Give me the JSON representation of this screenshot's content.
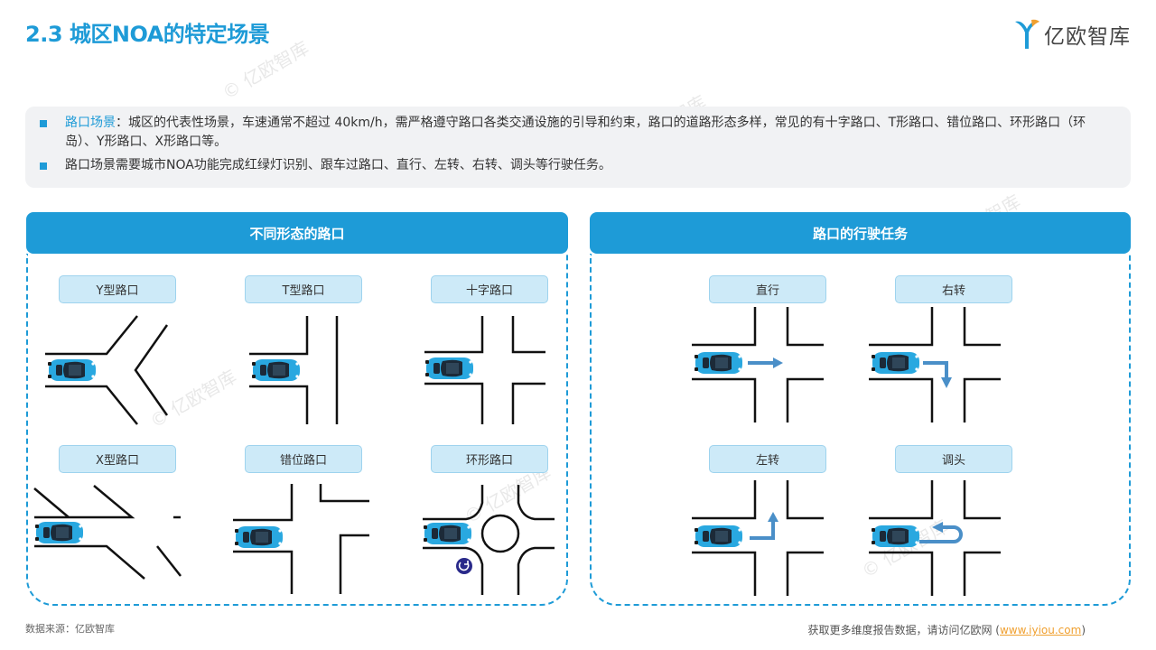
{
  "header": {
    "title": "2.3 城区NOA的特定场景"
  },
  "logo": {
    "text": "亿欧智库",
    "color": "#1e9bd7"
  },
  "watermark": {
    "text": "© 亿欧智库"
  },
  "intro": {
    "bullet1_highlight": "路口场景",
    "bullet1_text": "：城区的代表性场景，车速通常不超过 40km/h，需严格遵守路口各类交通设施的引导和约束，路口的道路形态多样，常见的有十字路口、T形路口、错位路口、环形路口（环岛）、Y形路口、X形路口等。",
    "bullet2_text": "路口场景需要城市NOA功能完成红绿灯识别、跟车过路口、直行、左转、右转、调头等行驶任务。"
  },
  "left_panel": {
    "title": "不同形态的路口",
    "labels": [
      "Y型路口",
      "T型路口",
      "十字路口",
      "X型路口",
      "错位路口",
      "环形路口"
    ]
  },
  "right_panel": {
    "title": "路口的行驶任务",
    "labels": [
      "直行",
      "右转",
      "左转",
      "调头"
    ]
  },
  "colors": {
    "accent": "#1e9bd7",
    "car": "#29a8e0",
    "arrow": "#4a8fc8",
    "roundabout_sign": "#2a2a8a"
  },
  "footer": {
    "source": "数据来源：亿欧智库",
    "more_prefix": "获取更多维度报告数据，请访问亿欧网 (",
    "link": "www.iyiou.com",
    "more_suffix": ")"
  }
}
